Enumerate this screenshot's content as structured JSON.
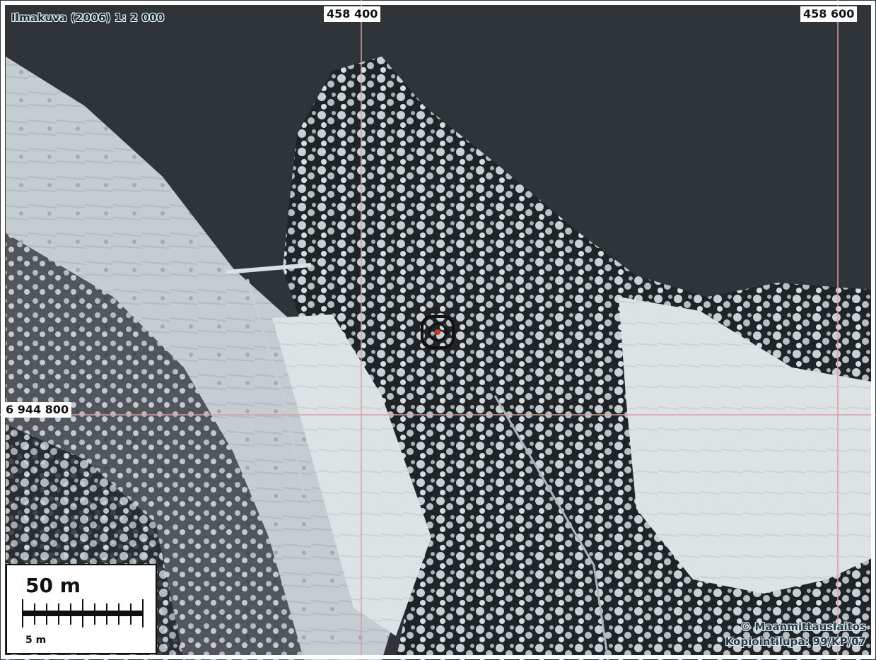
{
  "map": {
    "title": "Ilmakuva (2006) 1: 2 000",
    "grid_labels": {
      "easting_1": "458 400",
      "easting_2": "458 600",
      "northing_1": "6 944 800"
    },
    "scale_bar": {
      "major_label": "50 m",
      "minor_label": "5 m"
    },
    "credits": {
      "line1": "© Maanmittauslaitos",
      "line2": "Kopiointilupa: 99/KP/07"
    },
    "colors": {
      "water": "#2f3438",
      "grid_line": "#d9a0a0",
      "marker_center": "#d9342b",
      "marker_ring": "#111111"
    },
    "icons": [
      "location-target-icon"
    ]
  }
}
